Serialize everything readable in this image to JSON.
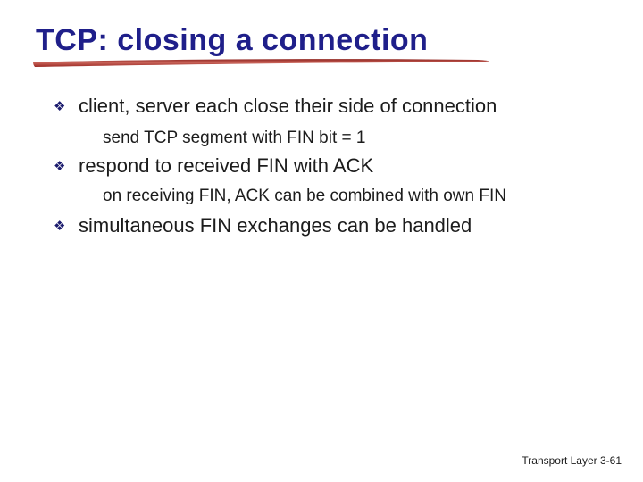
{
  "slide": {
    "title": "TCP: closing a connection",
    "bullets": [
      {
        "text": "client, server each close their side of connection",
        "sub": [
          "send TCP segment with FIN bit = 1"
        ]
      },
      {
        "text": "respond to received FIN with ACK",
        "sub": [
          "on receiving FIN, ACK can be combined with own FIN"
        ]
      },
      {
        "text": "simultaneous FIN exchanges can be handled",
        "sub": []
      }
    ],
    "markers": {
      "level1_glyph": "❖",
      "level1_icon": "four-diamond-bullet",
      "level2_icon": "square-bullet"
    },
    "footer": "Transport Layer 3-61",
    "colors": {
      "background": "#ffffff",
      "title": "#1f1f8a",
      "body_text": "#1c1c1c",
      "bullet_diamond": "#1c1c6e",
      "bullet_square": "#2222a8",
      "underline_red": "#b23a2e",
      "footer_text": "#1a1a1a"
    }
  }
}
